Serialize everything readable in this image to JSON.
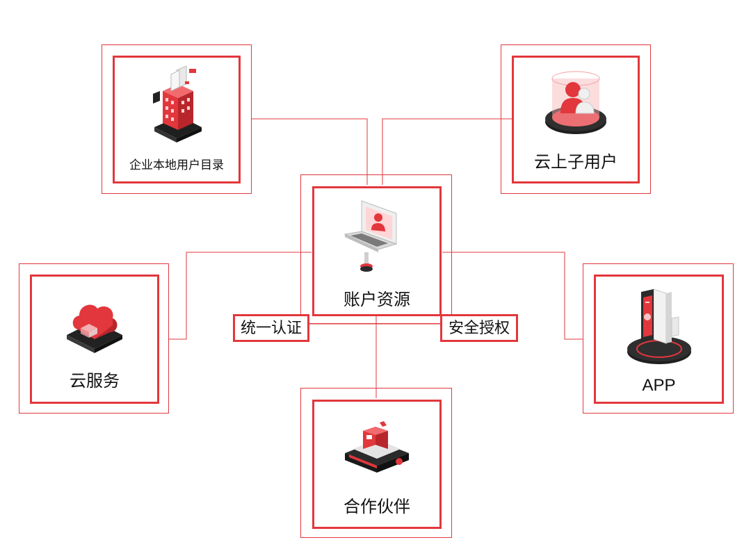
{
  "nodes": {
    "enterprise_directory": "企业本地用户目录",
    "cloud_subusers": "云上子用户",
    "account_resources": "账户资源",
    "cloud_services": "云服务",
    "app": "APP",
    "partners": "合作伙伴"
  },
  "tags": {
    "unified_auth": "统一认证",
    "secure_authorization": "安全授权"
  },
  "colors": {
    "accent": "#e2373c",
    "dark": "#2b2b2b",
    "light_gray": "#d9d9d9"
  }
}
